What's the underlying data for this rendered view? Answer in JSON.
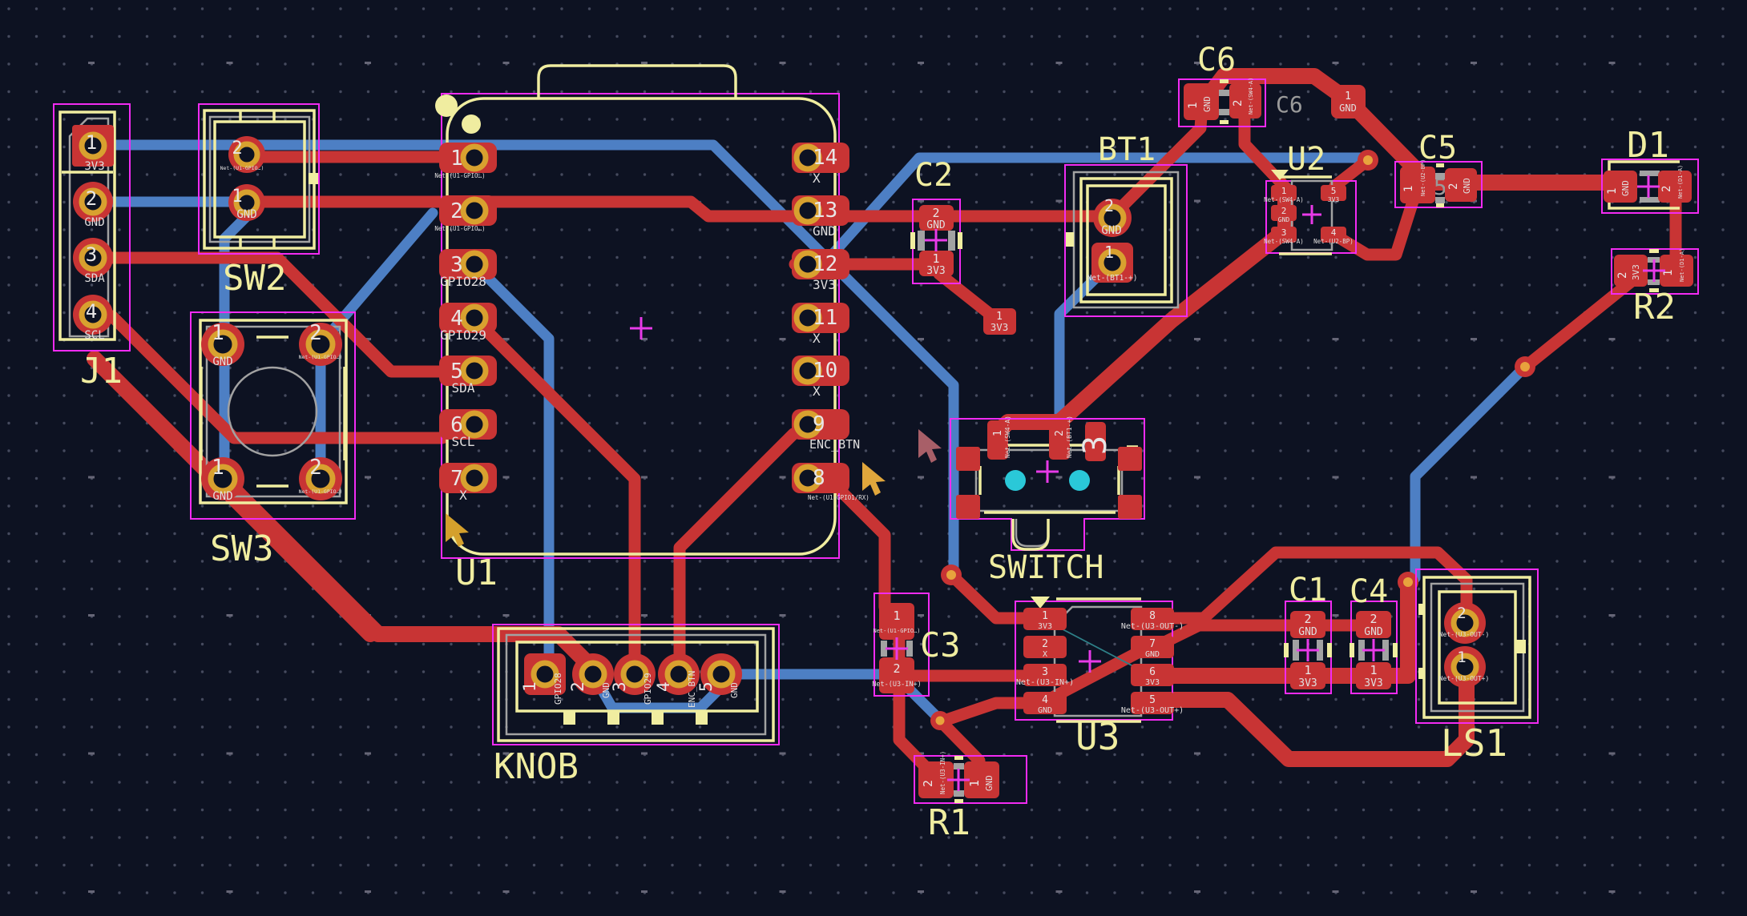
{
  "board": {
    "tool": "pcb-layout-view",
    "colors": {
      "background": "#0d1222",
      "copper_front": "#c83434",
      "copper_back": "#4d7fc4",
      "silkscreen": "#f0eda0",
      "fabrication": "#a2a2a2",
      "courtyard": "#f22bf2",
      "pad_ring_gold": "#d8a12f",
      "via_center": "#e8a33d",
      "drill_cyan": "#2ac8d8",
      "ratsnest": "#2e8088",
      "anchor_cross": "#e83ae8",
      "grid_dot": "#454a5e"
    }
  },
  "components": {
    "j1": {
      "ref": "J1",
      "pads": [
        {
          "num": "1",
          "net": "3V3"
        },
        {
          "num": "2",
          "net": "GND"
        },
        {
          "num": "3",
          "net": "SDA"
        },
        {
          "num": "4",
          "net": "SCL"
        }
      ]
    },
    "sw2": {
      "ref": "SW2",
      "pads": [
        {
          "num": "2",
          "net": "Net-(U1-GPIO…)"
        },
        {
          "num": "1",
          "net": "GND"
        }
      ]
    },
    "sw3": {
      "ref": "SW3",
      "pads": [
        {
          "num": "1",
          "net": "GND"
        },
        {
          "num": "2",
          "net": "Net-(U1-GPIO…)"
        },
        {
          "num": "1",
          "net": "GND"
        },
        {
          "num": "2",
          "net": "Net-(U1-GPIO…)"
        }
      ]
    },
    "u1": {
      "ref": "U1",
      "pads": [
        {
          "num": "1",
          "net": "Net-(U1-GPIO…)"
        },
        {
          "num": "2",
          "net": "Net-(U1-GPIO…)"
        },
        {
          "num": "3",
          "net": "GPIO28"
        },
        {
          "num": "4",
          "net": "GPIO29"
        },
        {
          "num": "5",
          "net": "SDA"
        },
        {
          "num": "6",
          "net": "SCL"
        },
        {
          "num": "7",
          "net": "X"
        },
        {
          "num": "8",
          "net": "Net-(U1-GPIO1/RX)"
        },
        {
          "num": "9",
          "net": "ENC_BTN"
        },
        {
          "num": "10",
          "net": "X"
        },
        {
          "num": "11",
          "net": "X"
        },
        {
          "num": "12",
          "net": "3V3"
        },
        {
          "num": "13",
          "net": "GND"
        },
        {
          "num": "14",
          "net": "X"
        }
      ]
    },
    "knob": {
      "ref": "KNOB",
      "pads": [
        {
          "num": "1",
          "net": "GPIO28"
        },
        {
          "num": "2",
          "net": "GND"
        },
        {
          "num": "3",
          "net": "GPIO29"
        },
        {
          "num": "4",
          "net": "ENC_BTN"
        },
        {
          "num": "5",
          "net": "GND"
        }
      ]
    },
    "switch": {
      "ref": "SWITCH",
      "pads": [
        {
          "num": "1",
          "net": "Net-(SW4-A)"
        },
        {
          "num": "2",
          "net": "Net-(BT1-+)"
        },
        {
          "num": "3",
          "net": ""
        }
      ]
    },
    "bt1": {
      "ref": "BT1",
      "pads": [
        {
          "num": "2",
          "net": "GND"
        },
        {
          "num": "1",
          "net": "Net-(BT1-+)"
        }
      ]
    },
    "c2": {
      "ref": "C2",
      "pads": [
        {
          "num": "2",
          "net": "GND"
        },
        {
          "num": "1",
          "net": "3V3"
        }
      ]
    },
    "c2b": {
      "pads": [
        {
          "num": "1",
          "net": "3V3"
        }
      ]
    },
    "c3": {
      "ref": "C3",
      "pads": [
        {
          "num": "1",
          "net": "Net-(U1-GPIO…)"
        },
        {
          "num": "2",
          "net": "Net-(U3-IN+)"
        }
      ]
    },
    "r1": {
      "ref": "R1",
      "pads": [
        {
          "num": "2",
          "net": "Net-(U3-IN+)"
        },
        {
          "num": "1",
          "net": "GND"
        }
      ]
    },
    "u3": {
      "ref": "U3",
      "pads": [
        {
          "num": "1",
          "net": "3V3"
        },
        {
          "num": "2",
          "net": "X"
        },
        {
          "num": "3",
          "net": "Net-(U3-IN+)"
        },
        {
          "num": "4",
          "net": "GND"
        },
        {
          "num": "5",
          "net": "Net-(U3-OUT+)"
        },
        {
          "num": "6",
          "net": "3V3"
        },
        {
          "num": "7",
          "net": "GND"
        },
        {
          "num": "8",
          "net": "Net-(U3-OUT-)"
        }
      ]
    },
    "c1": {
      "ref": "C1",
      "pads": [
        {
          "num": "2",
          "net": "GND"
        },
        {
          "num": "1",
          "net": "3V3"
        }
      ]
    },
    "c4": {
      "ref": "C4",
      "pads": [
        {
          "num": "2",
          "net": "GND"
        },
        {
          "num": "1",
          "net": "3V3"
        }
      ]
    },
    "ls1": {
      "ref": "LS1",
      "pads": [
        {
          "num": "2",
          "net": "Net-(U3-OUT-)"
        },
        {
          "num": "1",
          "net": "Net-(U3-OUT+)"
        }
      ]
    },
    "c6": {
      "ref": "C6",
      "fab_ref": "C6",
      "pads": [
        {
          "num": "1",
          "net": "GND"
        },
        {
          "num": "2",
          "net": "Net-(SW4-A)"
        }
      ]
    },
    "gnd_pad": {
      "pads": [
        {
          "num": "1",
          "net": "GND"
        }
      ]
    },
    "u2": {
      "ref": "U2",
      "pads": [
        {
          "num": "1",
          "net": "Net-(SW4-A)"
        },
        {
          "num": "2",
          "net": "GND"
        },
        {
          "num": "3",
          "net": "Net-(SW4-A)"
        },
        {
          "num": "4",
          "net": "Net-(U2-BP)"
        },
        {
          "num": "5",
          "net": "3V3"
        }
      ]
    },
    "c5": {
      "ref": "C5",
      "fab_ref": "C5",
      "pads": [
        {
          "num": "1",
          "net": "Net-(U2-BP)"
        },
        {
          "num": "2",
          "net": "GND"
        }
      ]
    },
    "d1": {
      "ref": "D1",
      "pads": [
        {
          "num": "1",
          "net": "GND"
        },
        {
          "num": "2",
          "net": "Net-(D1-A)"
        }
      ]
    },
    "r2": {
      "ref": "R2",
      "pads": [
        {
          "num": "2",
          "net": "3V3"
        },
        {
          "num": "1",
          "net": "Net-(D1-A)"
        }
      ]
    }
  },
  "cursors": [
    {
      "name": "maroon-arrow",
      "color": "#a85f68"
    },
    {
      "name": "gold-arrow",
      "color": "#e0a63c"
    },
    {
      "name": "gold-arrow-2",
      "color": "#d4a02c"
    }
  ]
}
